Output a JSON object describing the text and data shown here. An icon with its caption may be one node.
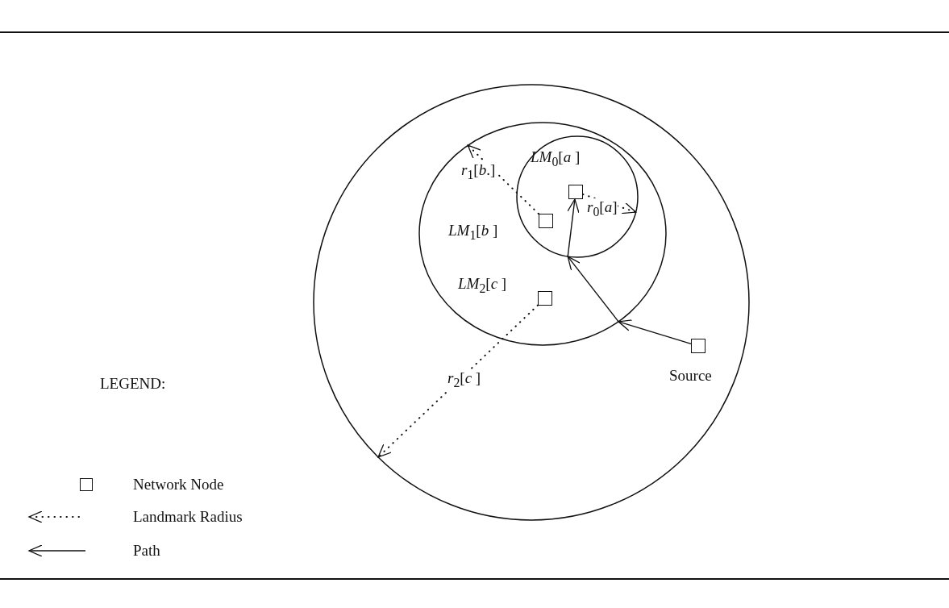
{
  "diagram": {
    "nodes": [
      {
        "text": [],
        "shape": "circle"
      },
      {
        "text": [],
        "shape": "circle",
        "in": 0
      },
      {
        "text": [],
        "shape": "circle",
        "in": 1
      },
      {
        "text": [],
        "shape": "box",
        "in": 2,
        "beside": [
          "*LM*$_{0}$[*a* ]"
        ]
      },
      {
        "text": [],
        "shape": "box",
        "in": 2,
        "beside": [
          "*LM*$_{1}$[*b* ]"
        ]
      },
      {
        "text": [],
        "shape": "box",
        "in": 1,
        "beside": [
          "*LM*$_{2}$[*c* ]"
        ]
      },
      {
        "text": [],
        "shape": "box",
        "in": 0,
        "beside": [
          "Source"
        ]
      }
    ],
    "edges": [
      {
        "from": 3,
        "to": 2,
        "arrow": "to",
        "style": "dashed",
        "label": "*r*$_{0}$[*a*]"
      },
      {
        "from": 4,
        "to": 1,
        "arrow": "to",
        "style": "dashed",
        "label": "*r*$_{1}$[*b*.]"
      },
      {
        "from": 5,
        "to": 0,
        "arrow": "to",
        "style": "dashed",
        "label": "*r*$_{2}$[*c* ]"
      },
      {
        "from": 6,
        "to": 1,
        "arrow": "to"
      },
      {
        "from": 1,
        "to": 2,
        "arrow": "to"
      },
      {
        "from": 2,
        "to": 3,
        "arrow": "to"
      }
    ],
    "labels": [
      "LEGEND:"
    ],
    "legend": [
      {
        "text": "Network Node"
      },
      {
        "text": "Landmark Radius"
      },
      {
        "text": "Path"
      }
    ]
  }
}
